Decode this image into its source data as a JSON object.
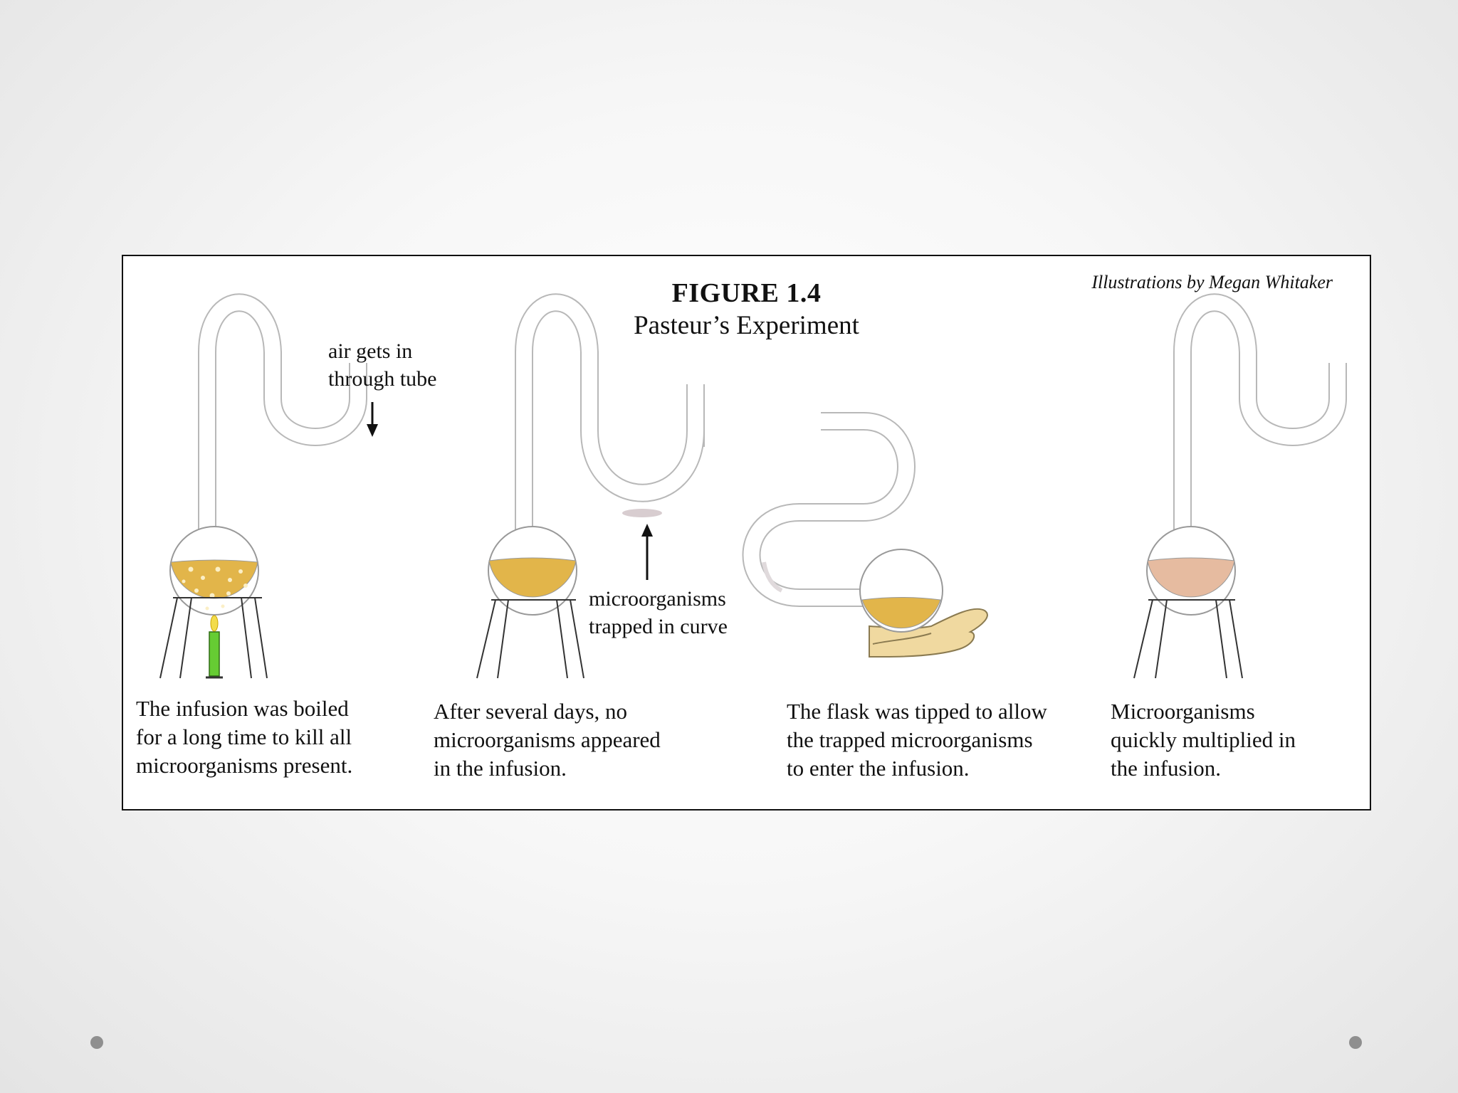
{
  "figure": {
    "title": "FIGURE 1.4",
    "subtitle": "Pasteur’s Experiment",
    "credit": "Illustrations by Megan Whitaker"
  },
  "annotations": {
    "air_tube": [
      "air gets in",
      "through tube"
    ],
    "trapped": [
      "microorganisms",
      "trapped in curve"
    ]
  },
  "captions": [
    [
      "The infusion was boiled",
      "for a long time to kill all",
      "microorganisms present."
    ],
    [
      "After several days, no",
      "microorganisms appeared",
      "in the infusion."
    ],
    [
      "The flask was tipped to allow",
      "the trapped microorganisms",
      "to enter the infusion."
    ],
    [
      "Microorganisms",
      "quickly multiplied in",
      "the infusion."
    ]
  ],
  "colors": {
    "infusion_clear": "#e2b54a",
    "infusion_contaminated": "#e6bba0",
    "candle": "#66cc33",
    "flame": "#f3dc4a",
    "hand": "#f0d9a0"
  }
}
